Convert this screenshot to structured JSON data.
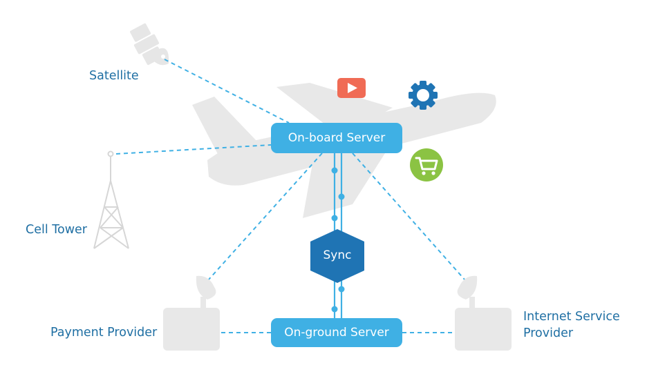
{
  "labels": {
    "satellite": "Satellite",
    "cell_tower": "Cell Tower",
    "payment_provider": "Payment Provider",
    "isp_line1": "Internet Service",
    "isp_line2": "Provider"
  },
  "nodes": {
    "onboard_server": "On-board Server",
    "ground_server": "On-ground Server",
    "sync": "Sync"
  },
  "icons": {
    "video": "video-play-icon",
    "settings": "gear-icon",
    "shopping": "shopping-cart-icon"
  },
  "colors": {
    "accent_blue": "#3fb0e4",
    "dark_blue": "#1f74b4",
    "label_blue": "#1f6fa3",
    "gray_shape": "#e8e8e8",
    "video_red": "#f06b55",
    "cart_green": "#8bc343"
  }
}
